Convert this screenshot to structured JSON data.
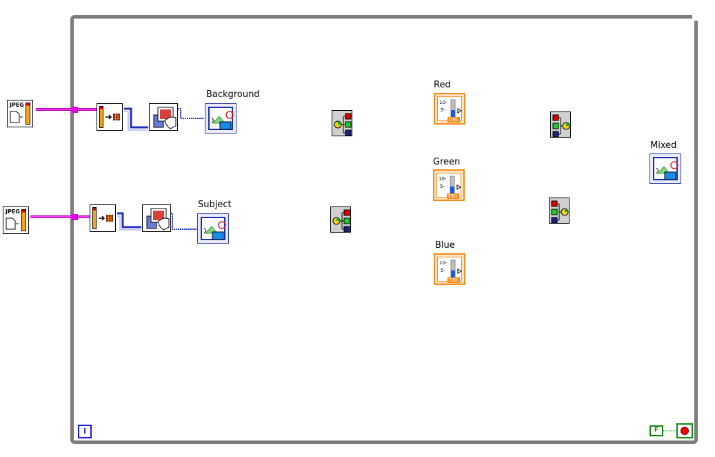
{
  "diagram": {
    "indicators": {
      "background": "Background",
      "subject": "Subject",
      "mixed": "Mixed"
    },
    "controls": {
      "red": "Red",
      "green": "Green",
      "blue": "Blue"
    },
    "jpeg_label": "JPEG",
    "numeric_type": "DBL",
    "loop_iteration_symbol": "i",
    "stop_constant": "F"
  },
  "colors": {
    "loop_frame": "#7d7d7d",
    "picture_wire": "#ff40ff",
    "image_wire": "#1c2fb0",
    "numeric_control": "#f28c1e",
    "boolean": "#0b8a0b"
  }
}
